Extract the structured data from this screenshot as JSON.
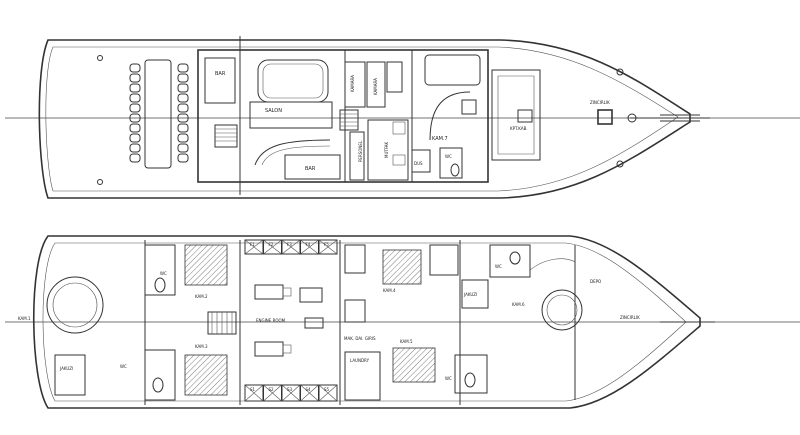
{
  "upper_deck": {
    "labels": {
      "bar_left": "BAR",
      "salon": "SALON",
      "kamara_top": "KAMARA",
      "kamara_side": "KAMARA",
      "bar_bottom": "BAR",
      "personel": "PERSONEL",
      "mutfak": "MUTFAK",
      "dus": "DUS",
      "wc": "WC",
      "kam7": "KAM.7",
      "zincirlik": "ZINCIRLIK",
      "kaptan": "KPT.KAB."
    },
    "dining_chairs": 20
  },
  "lower_deck": {
    "labels": {
      "wc_1": "WC",
      "wc_2": "WC",
      "wc_3": "WC",
      "wc_4": "WC",
      "kam1": "KAM.1",
      "kam2": "KAM.2",
      "kam3": "KAM.3",
      "kam4": "KAM.4",
      "kam5": "KAM.5",
      "kam6": "KAM.6",
      "jakuzi_left": "JAKUZI",
      "jakuzi_right": "JAKUZI",
      "engine_room": "ENGINE ROOM",
      "makine_dairesi": "MAK.\nDAI.\nGIRIS",
      "laundry": "LAUNDRY",
      "depo": "DEPO",
      "zincirlik": "ZINCIRLIK"
    },
    "tanks_top": [
      "F1",
      "F2",
      "F3",
      "F4",
      "F5"
    ],
    "tanks_bottom": [
      "S1",
      "S2",
      "S3",
      "S4",
      "S5"
    ]
  }
}
